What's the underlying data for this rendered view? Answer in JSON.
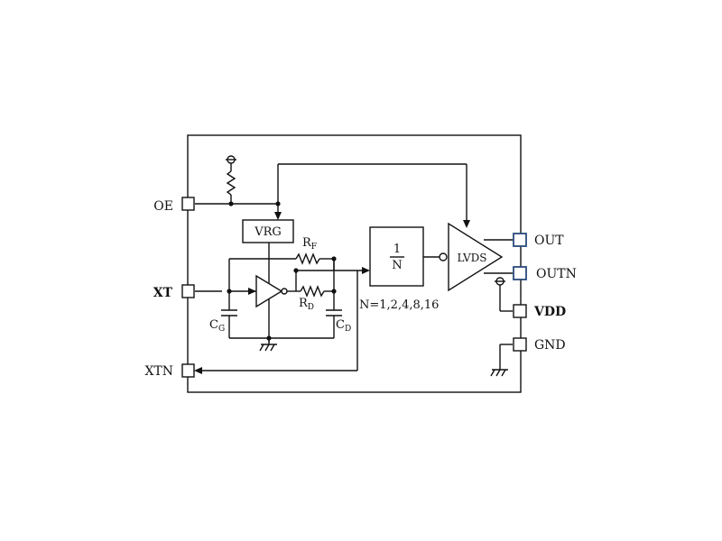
{
  "pins": {
    "oe": "OE",
    "xt": "XT",
    "xtn": "XTN",
    "out": "OUT",
    "outn": "OUTN",
    "vdd": "VDD",
    "gnd": "GND"
  },
  "blocks": {
    "vrg": "VRG",
    "divider_num": "1",
    "divider_den": "N",
    "lvds": "LVDS",
    "n_values": "N=1,2,4,8,16"
  },
  "components": {
    "rf": "R",
    "rf_sub": "F",
    "rd": "R",
    "rd_sub": "D",
    "cg": "C",
    "cg_sub": "G",
    "cd": "C",
    "cd_sub": "D"
  },
  "colors": {
    "line": "#111111",
    "output_pin_border": "#2a4a7a"
  }
}
